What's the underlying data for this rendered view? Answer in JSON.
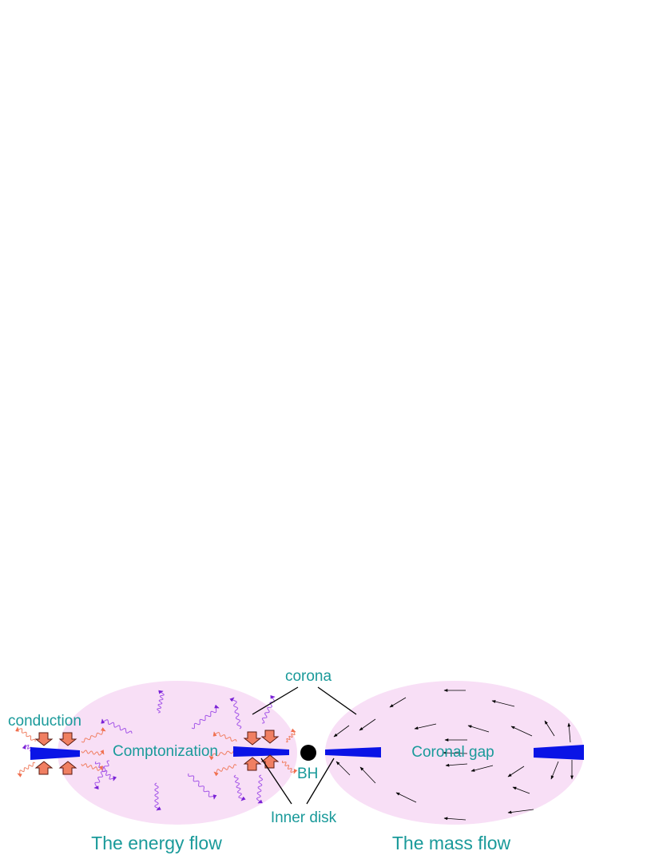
{
  "labels": {
    "corona": "corona",
    "conduction": "conduction",
    "comptonization": "Comptonization",
    "bh": "BH",
    "inner_disk": "Inner disk",
    "coronal_gap": "Coronal gap",
    "energy_flow": "The energy flow",
    "mass_flow": "The mass flow"
  },
  "colors": {
    "label_text": "#1a9a9a",
    "corona_fill": "#f8dff6",
    "disk": "#0a14e6",
    "black_hole": "#000000",
    "conduction_arrow": "#f07f62",
    "photon_violet": "#a455e8",
    "photon_orange": "#f07f62",
    "flow_arrow": "#000000"
  },
  "icons": {
    "conduction": "block-arrow-icon",
    "photon": "wavy-photon-icon",
    "flow": "velocity-arrow-icon"
  }
}
